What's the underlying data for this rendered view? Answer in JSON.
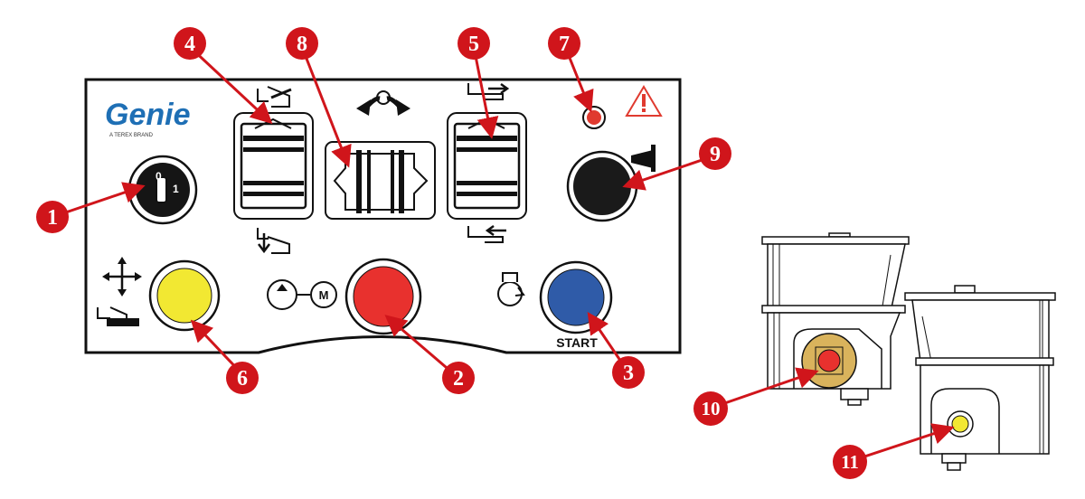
{
  "brand": {
    "name": "Genie",
    "name_color": "#1e6fb5",
    "tagline": "A TEREX BRAND"
  },
  "key_switch": {
    "pos_off": "0",
    "pos_on": "1"
  },
  "start_button": {
    "label": "START",
    "color": "#2f5ba8"
  },
  "motor_symbol": {
    "label": "M"
  },
  "colors": {
    "callout": "#d0151b",
    "yellow_button": "#f2e832",
    "red_button": "#e8312e",
    "black_button": "#1a1a1a",
    "warning_light": "#e03a2f",
    "stop_button_bezel": "#d9b35c"
  },
  "callouts": [
    {
      "id": "callout-1",
      "label": "1"
    },
    {
      "id": "callout-2",
      "label": "2"
    },
    {
      "id": "callout-3",
      "label": "3"
    },
    {
      "id": "callout-4",
      "label": "4"
    },
    {
      "id": "callout-5",
      "label": "5"
    },
    {
      "id": "callout-6",
      "label": "6"
    },
    {
      "id": "callout-7",
      "label": "7"
    },
    {
      "id": "callout-8",
      "label": "8"
    },
    {
      "id": "callout-9",
      "label": "9"
    },
    {
      "id": "callout-10",
      "label": "10"
    },
    {
      "id": "callout-11",
      "label": "11"
    }
  ]
}
